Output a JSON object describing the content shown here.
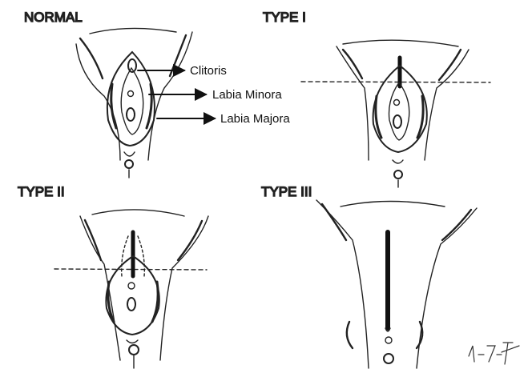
{
  "panels": {
    "normal": {
      "title": "NORMAL"
    },
    "type1": {
      "title": "TYPE I"
    },
    "type2": {
      "title": "TYPE II"
    },
    "type3": {
      "title": "TYPE III"
    }
  },
  "annotations": {
    "clitoris": "Clitoris",
    "labia_minora": "Labia Minora",
    "labia_majora": "Labia Majora"
  },
  "signature": "signature-scribble"
}
